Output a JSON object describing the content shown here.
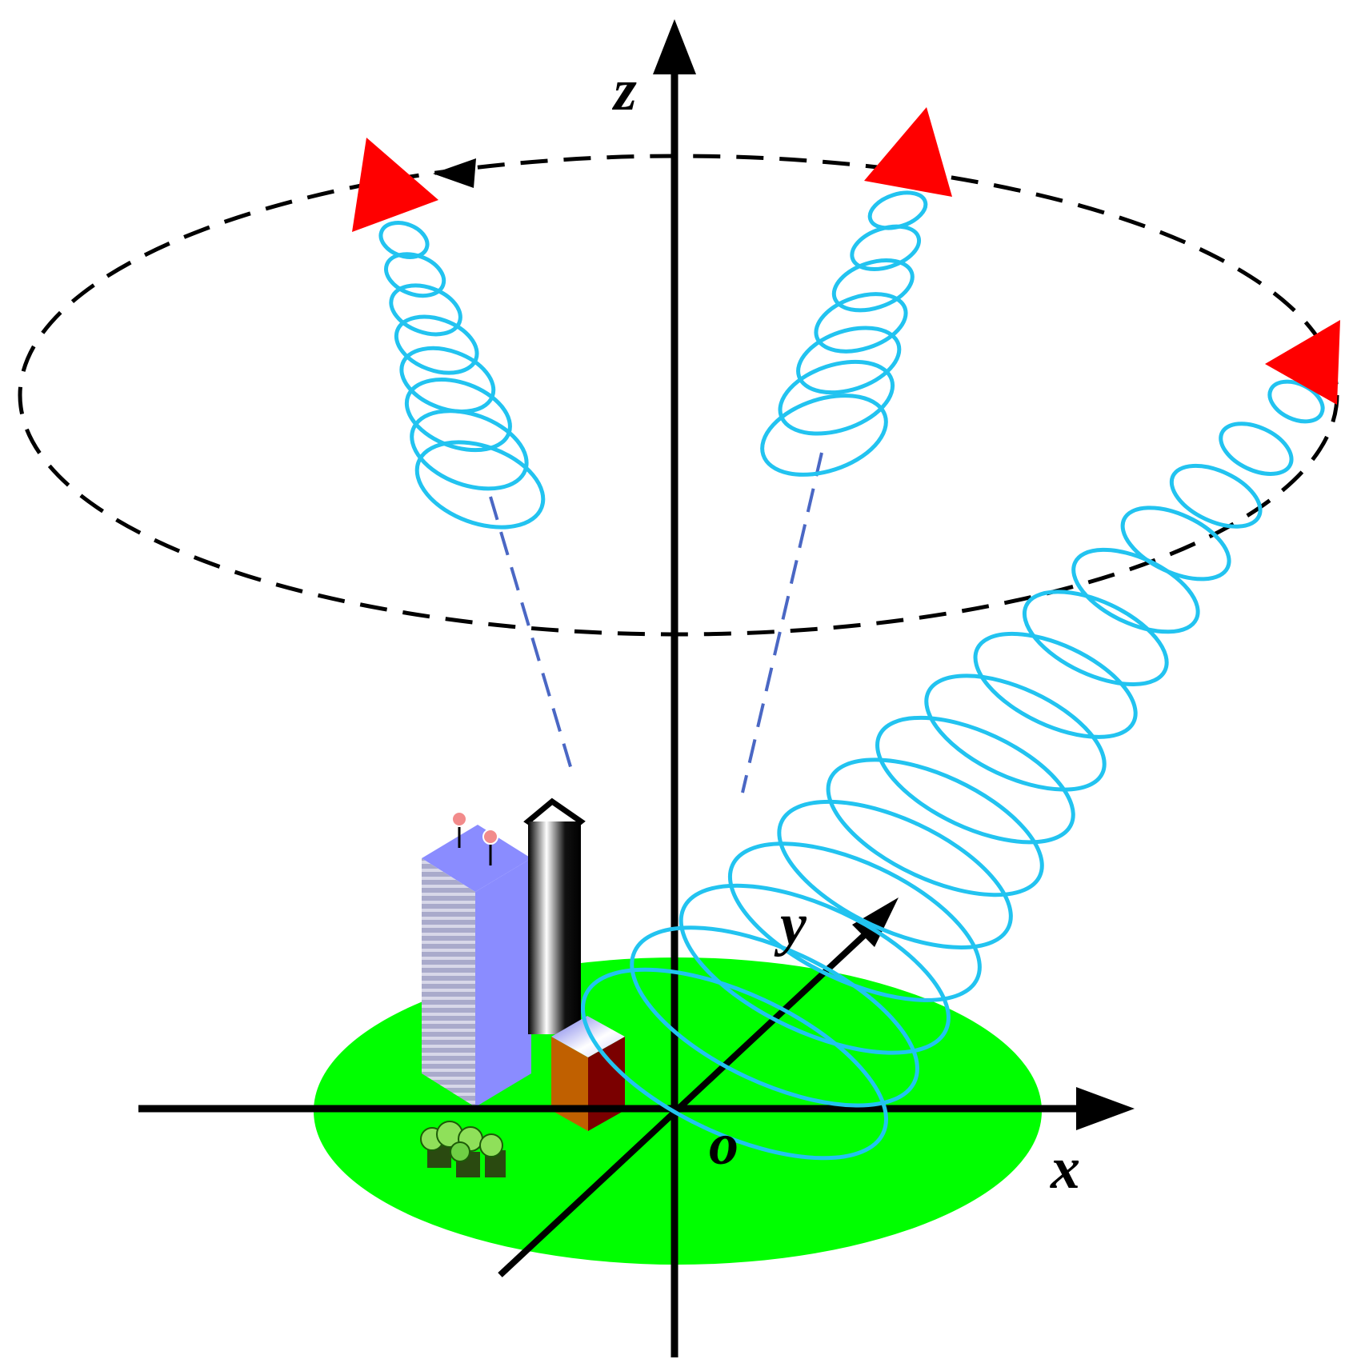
{
  "axes": {
    "x": "x",
    "y": "y",
    "z": "z",
    "origin": "o"
  },
  "colors": {
    "ground": "#00ff00",
    "orbit": "#000000",
    "satellite": "#ff0000",
    "helix": "#22c3f0",
    "line_of_sight": "#4a67c4",
    "axis": "#000000",
    "tall_building": "#8a8cff",
    "tower": "#000000",
    "small_building": "#c06000"
  },
  "icons": [
    "satellite-triangle-icon",
    "building-icon",
    "tower-icon",
    "small-building-icon",
    "trees-icon",
    "antenna-icon"
  ]
}
